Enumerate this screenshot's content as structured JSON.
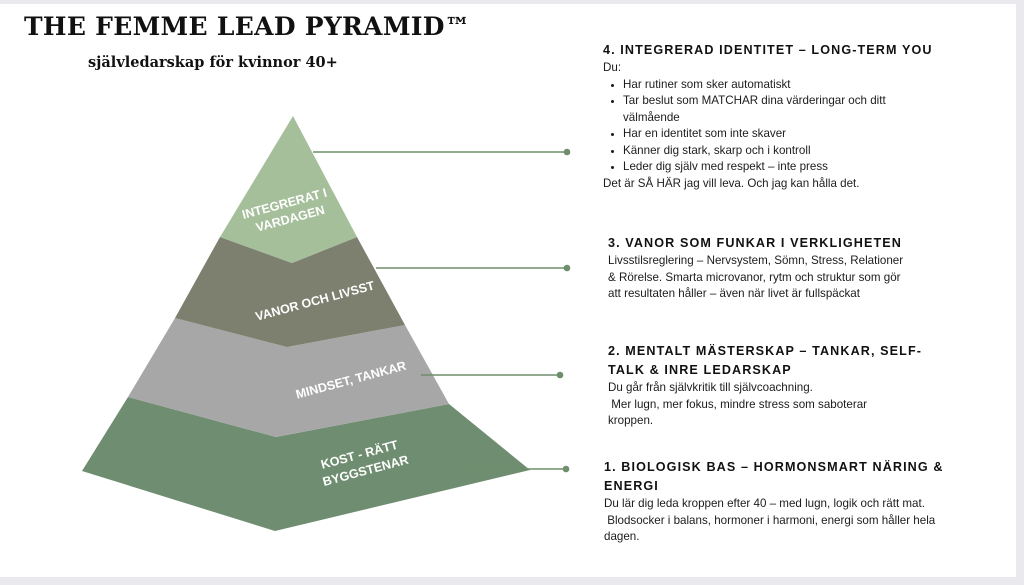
{
  "title": "THE FEMME LEAD PYRAMID™",
  "subtitle": "självledarskap för kvinnor 40+",
  "colors": {
    "level4": "#a6bf9b",
    "level3": "#7d806f",
    "level2": "#a7a7a7",
    "level1": "#6f8d70",
    "connector": "#6e8e6c"
  },
  "pyramid": [
    {
      "label_lines": [
        "INTEGRERAT I",
        "VARDAGEN"
      ]
    },
    {
      "label_lines": [
        "VANOR OCH LIVSST"
      ]
    },
    {
      "label_lines": [
        "MINDSET, TANKAR"
      ]
    },
    {
      "label_lines": [
        "KOST - RÄTT",
        "BYGGSTENAR"
      ]
    }
  ],
  "levels": [
    {
      "heading": "4. INTEGRERAD IDENTITET – LONG-TERM YOU",
      "intro": "Du:",
      "bullets": [
        "Har rutiner som sker automatiskt",
        "Tar beslut som MATCHAR dina värderingar och ditt välmående",
        "Har en identitet som inte skaver",
        "Känner dig stark, skarp och i kontroll",
        "Leder dig själv med respekt – inte press"
      ],
      "outro": "Det är SÅ HÄR jag vill leva. Och jag kan hålla det."
    },
    {
      "heading": "3. VANOR SOM FUNKAR I VERKLIGHETEN",
      "lines": [
        "Livsstilsreglering – Nervsystem, Sömn, Stress, Relationer",
        "& Rörelse. Smarta microvanor, rytm och struktur som gör",
        "att resultaten håller – även när livet är fullspäckat"
      ]
    },
    {
      "heading_lines": [
        "2. MENTALT MÄSTERSKAP – TANKAR, SELF-",
        "TALK & INRE LEDARSKAP"
      ],
      "lines": [
        "Du går från självkritik till självcoachning.",
        " Mer lugn, mer fokus, mindre stress som saboterar",
        "kroppen."
      ]
    },
    {
      "heading_lines": [
        "1. BIOLOGISK BAS – HORMONSMART NÄRING &",
        "ENERGI"
      ],
      "lines": [
        "Du lär dig leda kroppen efter 40 – med lugn, logik och rätt mat.",
        " Blodsocker i balans, hormoner i harmoni, energi som håller hela",
        "dagen."
      ]
    }
  ]
}
